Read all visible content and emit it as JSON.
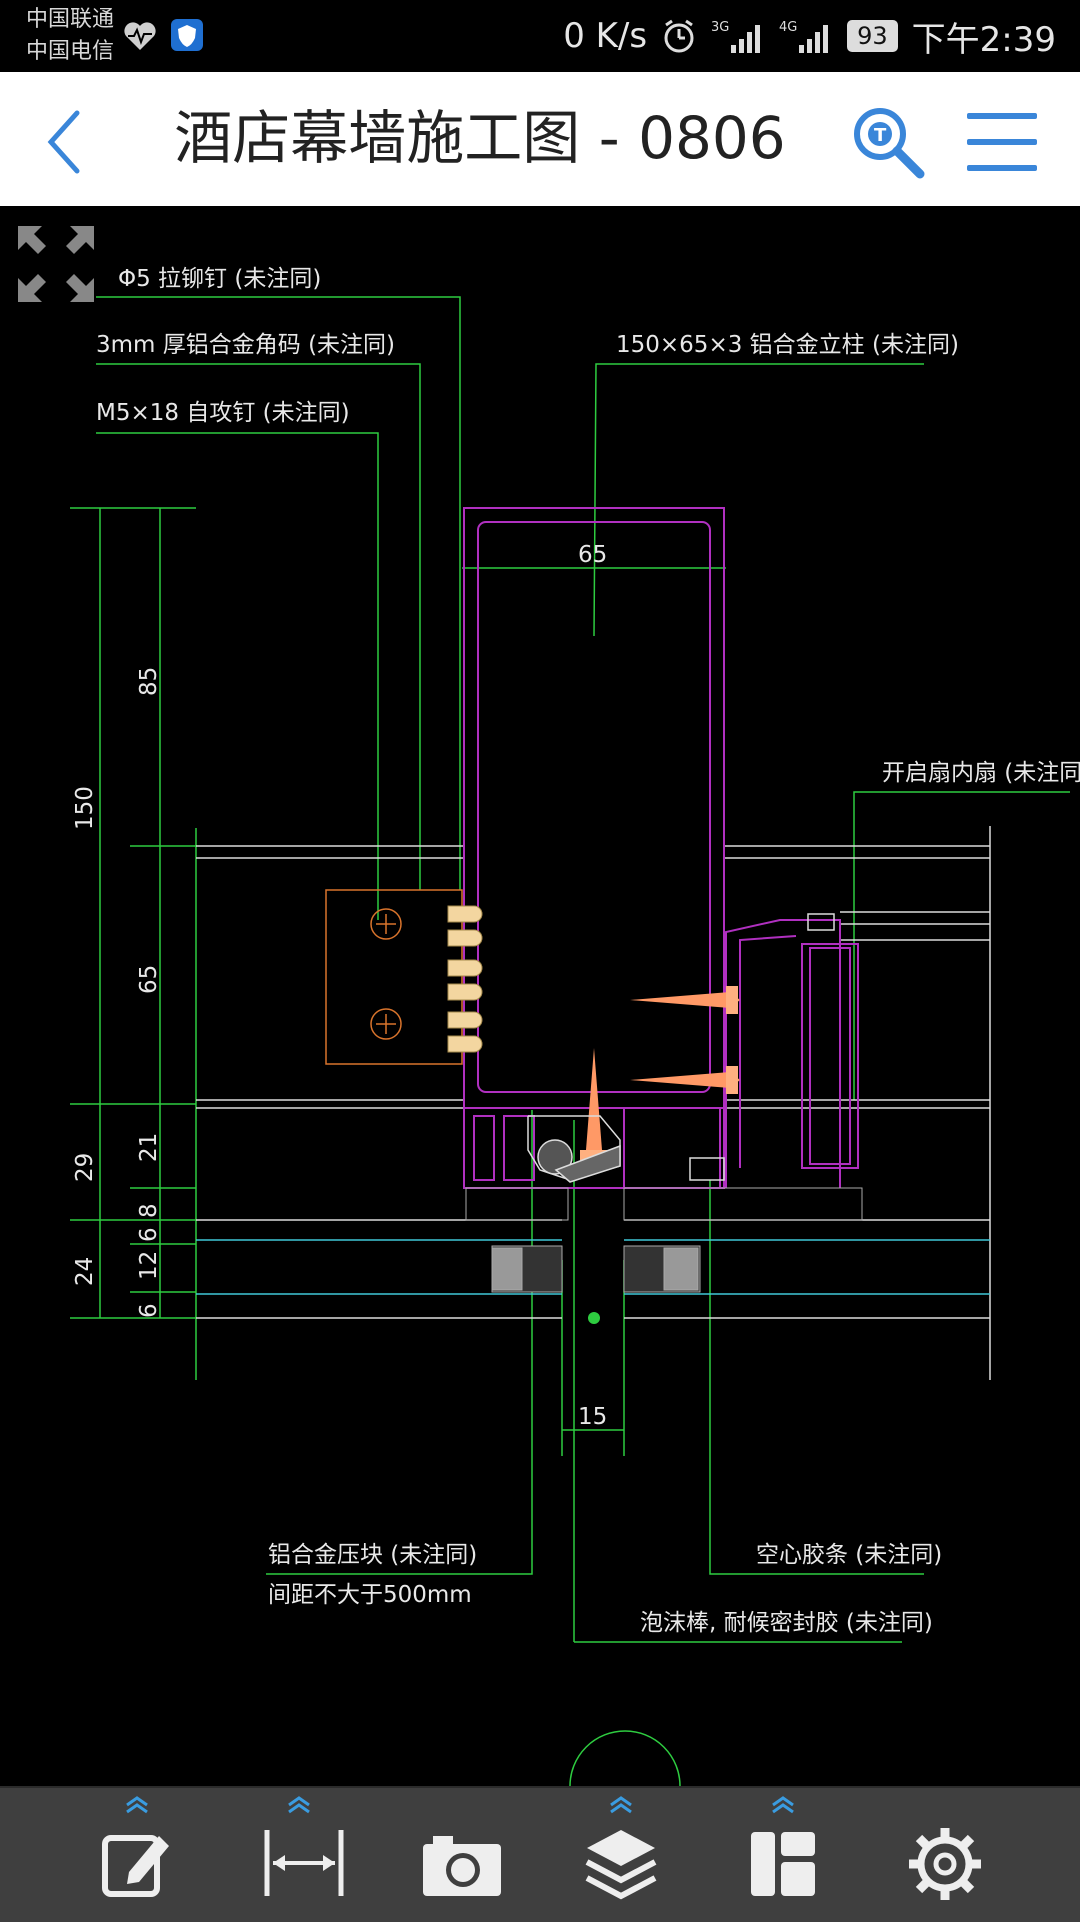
{
  "status_bar": {
    "carrier_1": "中国联通",
    "carrier_2": "中国电信",
    "net_speed": "0 K/s",
    "signal_1": "3G",
    "signal_2": "4G",
    "battery": "93",
    "time": "下午2:39"
  },
  "header": {
    "title": "酒店幕墙施工图 - 0806",
    "back_icon": "chevron-left-icon",
    "search_icon": "text-search-icon",
    "menu_icon": "hamburger-menu-icon",
    "accent_color": "#3a86d9"
  },
  "drawing": {
    "annotations": {
      "rivet": "Φ5 拉铆钉 (未注同)",
      "angle_bracket": "3mm 厚铝合金角码 (未注同)",
      "screw": "M5×18 自攻钉 (未注同)",
      "mullion": "150×65×3 铝合金立柱 (未注同)",
      "inner_sash": "开启扇内扇 (未注同)",
      "pressure_block": "铝合金压块 (未注同)",
      "pressure_block_spacing": "间距不大于500mm",
      "hollow_strip": "空心胶条 (未注同)",
      "foam_rod": "泡沫棒, 耐候密封胶 (未注同)"
    },
    "dimensions": {
      "width_65": "65",
      "total_150": "150",
      "upper_85": "85",
      "lower_65": "65",
      "d29": "29",
      "d21": "21",
      "d8": "8",
      "d24": "24",
      "d6a": "6",
      "d12": "12",
      "d6b": "6",
      "gap_15": "15"
    },
    "colors": {
      "profile": "#b030c0",
      "leader": "#2ecc40",
      "glass": "#40c8d8",
      "screw": "#ff9966"
    }
  },
  "toolbar": {
    "tools": [
      {
        "name": "edit-note-icon"
      },
      {
        "name": "measure-icon"
      },
      {
        "name": "camera-icon"
      },
      {
        "name": "layers-icon"
      },
      {
        "name": "layout-icon"
      },
      {
        "name": "settings-icon"
      }
    ]
  }
}
